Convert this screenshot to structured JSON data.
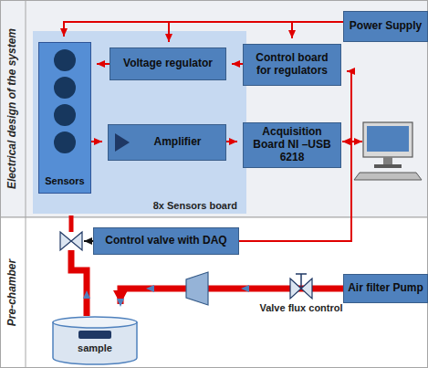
{
  "diagram": {
    "nodes": [
      {
        "text": [
          "Electrical design of the system"
        ]
      },
      {
        "text": [
          "Power Supply"
        ],
        "in": 0
      },
      {
        "text": [
          "8x Sensors board"
        ],
        "in": 0
      },
      {
        "text": [
          "Sensors"
        ],
        "in": 2
      },
      {
        "text": [
          "Voltage regulator"
        ],
        "in": 2
      },
      {
        "text": [
          "Amplifier"
        ],
        "in": 2
      },
      {
        "text": [
          "Control board for regulators"
        ],
        "in": 0
      },
      {
        "text": [
          "Acquisition Board NI –USB 6218"
        ],
        "in": 0
      },
      {
        "text": [
          "Pre-chamber"
        ]
      },
      {
        "text": [
          "Control valve with DAQ"
        ],
        "in": 8
      },
      {
        "text": [
          "Air filter Pump"
        ],
        "in": 8
      },
      {
        "text": [
          "sample"
        ],
        "in": 8
      }
    ],
    "edges": [
      {
        "from": 1,
        "to": 3,
        "arrow": "to"
      },
      {
        "from": 1,
        "to": 4,
        "arrow": "to"
      },
      {
        "from": 1,
        "to": 6,
        "arrow": "to"
      },
      {
        "from": 6,
        "to": 4,
        "arrow": "to"
      },
      {
        "from": 4,
        "to": 3,
        "arrow": "to"
      },
      {
        "from": 3,
        "to": 5,
        "arrow": "to"
      },
      {
        "from": 5,
        "to": 7,
        "arrow": "to"
      },
      {
        "from": 9,
        "to": 6,
        "arrow": "to"
      },
      {
        "from": 10,
        "to": 11,
        "arrow": "to"
      }
    ],
    "labels": [
      "Valve flux control"
    ]
  }
}
